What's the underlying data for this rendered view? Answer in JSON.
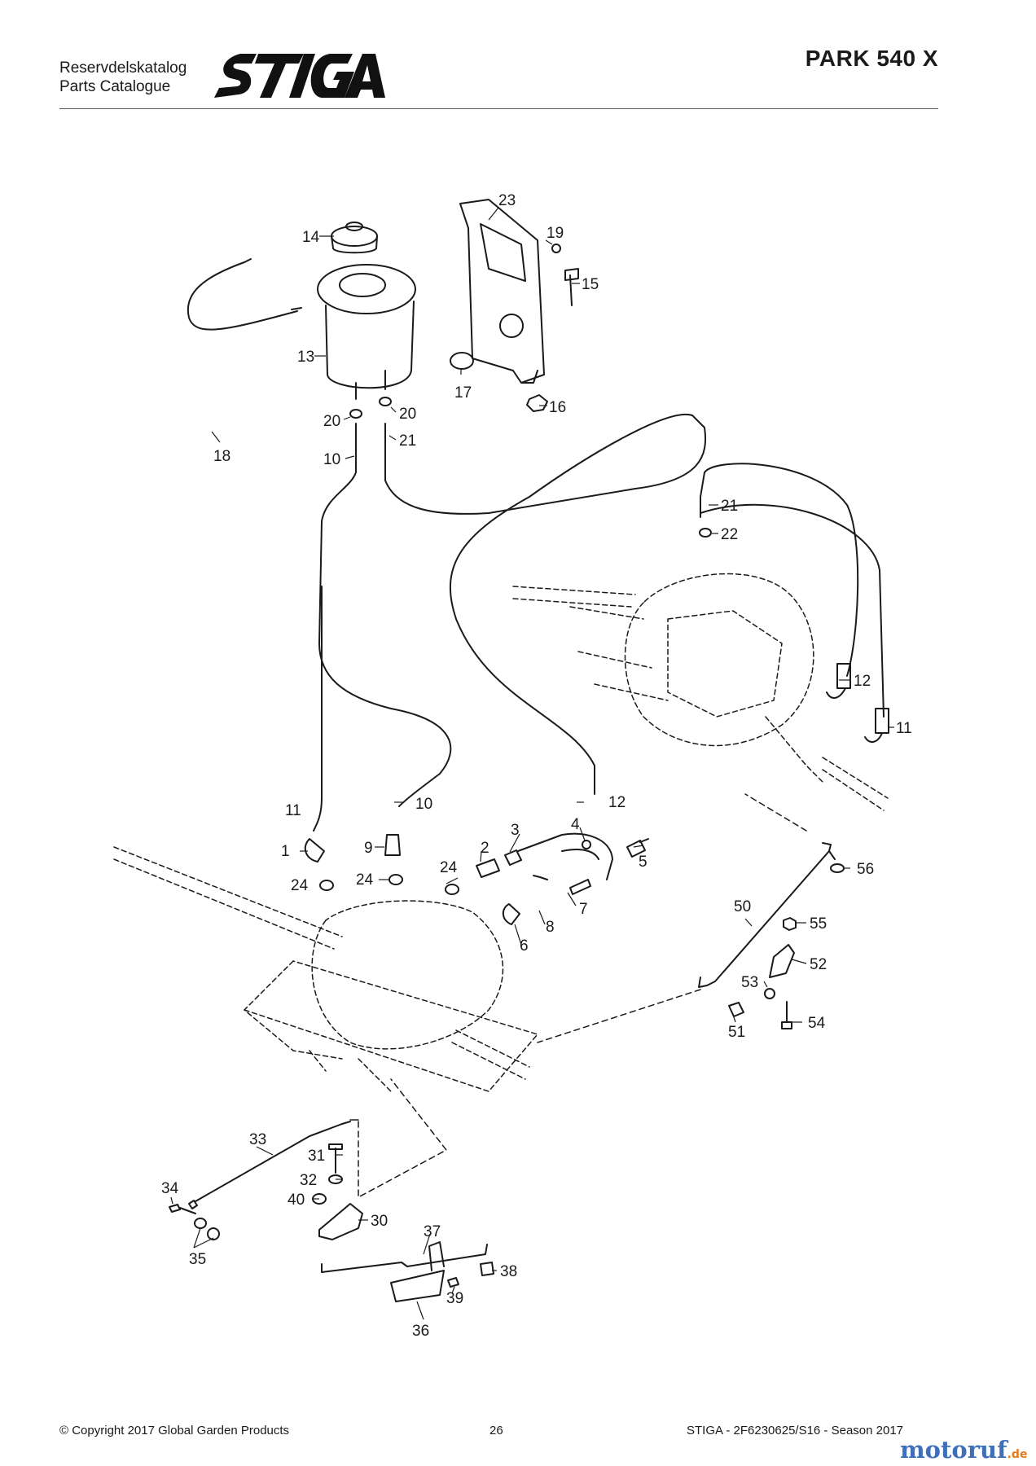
{
  "header": {
    "catalog_sv": "Reservdelskatalog",
    "catalog_en": "Parts Catalogue",
    "brand": "STIGA",
    "model": "PARK 540 X"
  },
  "callouts": [
    "23",
    "19",
    "14",
    "15",
    "13",
    "17",
    "16",
    "18",
    "20",
    "20",
    "10",
    "21",
    "21",
    "22",
    "12",
    "11",
    "11",
    "10",
    "12",
    "9",
    "3",
    "4",
    "1",
    "2",
    "5",
    "24",
    "24",
    "24",
    "7",
    "8",
    "6",
    "56",
    "50",
    "55",
    "52",
    "53",
    "51",
    "54",
    "33",
    "31",
    "34",
    "32",
    "40",
    "30",
    "35",
    "37",
    "38",
    "39",
    "36"
  ],
  "footer": {
    "copyright": "© Copyright 2017 Global Garden Products",
    "page": "26",
    "ref": "STIGA - 2F6230625/S16 - Season 2017"
  },
  "watermark": {
    "name": "motoruf",
    "tld": ".de"
  },
  "colors": {
    "line": "#1a1a1a",
    "watermark_blue": "#3f6fb8",
    "watermark_orange": "#e07a1a"
  }
}
